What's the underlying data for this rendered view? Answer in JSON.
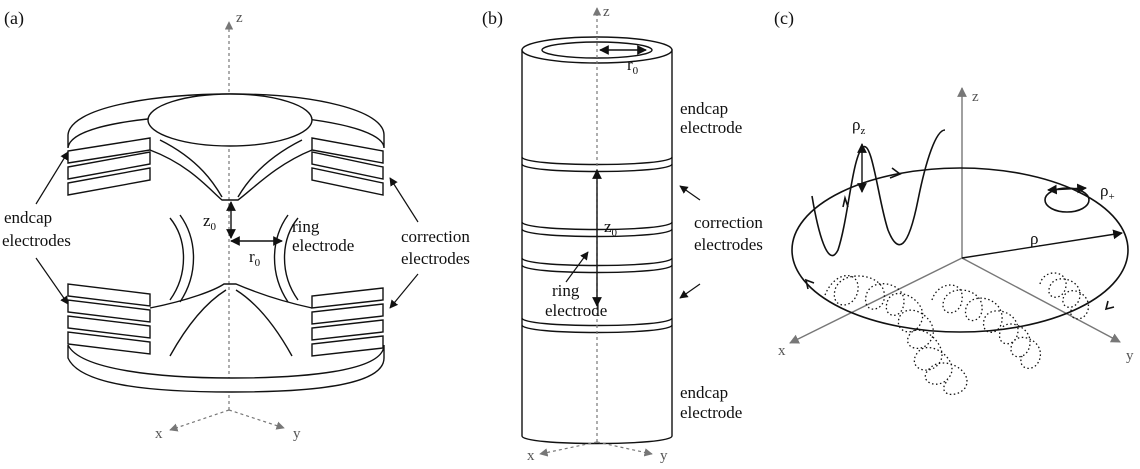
{
  "panels": {
    "a": {
      "tag": "(a)",
      "axis_z": "z",
      "axis_x": "x",
      "axis_y": "y",
      "endcap_label": [
        "endcap",
        "electrodes"
      ],
      "correction_label": [
        "correction",
        "electrodes"
      ],
      "ring_label": [
        "ring",
        "electrode"
      ],
      "z0": {
        "main": "z",
        "sub": "0"
      },
      "r0": {
        "main": "r",
        "sub": "0"
      }
    },
    "b": {
      "tag": "(b)",
      "axis_z": "z",
      "axis_x": "x",
      "axis_y": "y",
      "endcap_top_label": [
        "endcap",
        "electrode"
      ],
      "endcap_bottom_label": [
        "endcap",
        "electrode"
      ],
      "correction_label": [
        "correction",
        "electrodes"
      ],
      "ring_label": [
        "ring",
        "electrode"
      ],
      "z0": {
        "main": "z",
        "sub": "0"
      },
      "r0": {
        "main": "r",
        "sub": "0"
      }
    },
    "c": {
      "tag": "(c)",
      "axis_z": "z",
      "axis_x": "x",
      "axis_y": "y",
      "rho_z": {
        "main": "ρ",
        "sub": "z"
      },
      "rho_plus": {
        "main": "ρ",
        "sub": "+"
      },
      "rho_minus": {
        "main": "ρ",
        "sub": "-"
      }
    }
  },
  "colors": {
    "line": "#111111",
    "axis": "#777777"
  }
}
